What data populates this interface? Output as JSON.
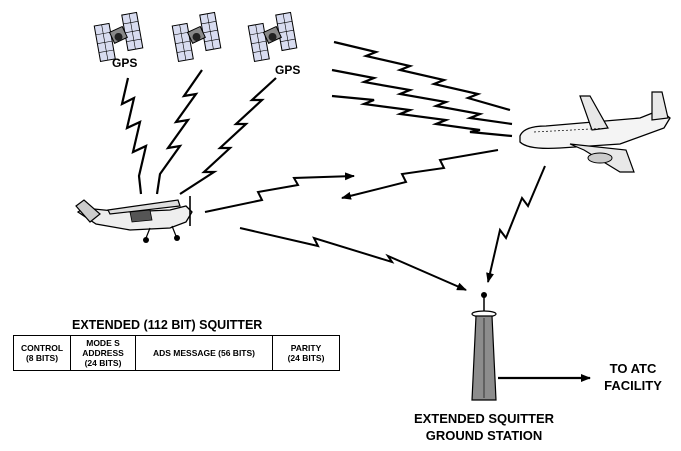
{
  "satellites": [
    {
      "label": "GPS"
    },
    {
      "label": ""
    },
    {
      "label": "GPS"
    }
  ],
  "squitter": {
    "title": "EXTENDED (112 BIT) SQUITTER",
    "fields": [
      {
        "line1": "CONTROL",
        "line2": "(8 BITS)",
        "line3": ""
      },
      {
        "line1": "MODE S",
        "line2": "ADDRESS",
        "line3": "(24 BITS)"
      },
      {
        "line1": "ADS MESSAGE (56 BITS)",
        "line2": "",
        "line3": ""
      },
      {
        "line1": "PARITY",
        "line2": "(24 BITS)",
        "line3": ""
      }
    ]
  },
  "ground_station": {
    "line1": "EXTENDED SQUITTER",
    "line2": "GROUND STATION"
  },
  "atc": {
    "line1": "TO ATC",
    "line2": "FACILITY"
  }
}
